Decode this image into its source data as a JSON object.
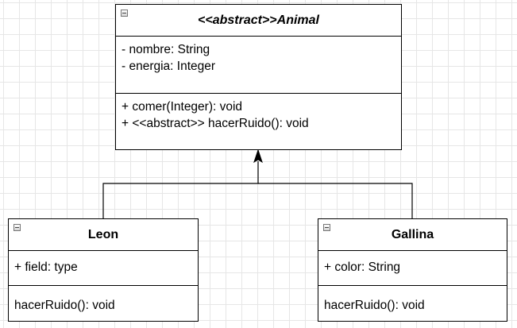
{
  "classes": {
    "animal": {
      "title": "<<abstract>>Animal",
      "attributes": [
        "- nombre: String",
        "- energia: Integer"
      ],
      "operations": [
        "+ comer(Integer): void",
        "+ <<abstract>> hacerRuido(): void"
      ]
    },
    "leon": {
      "title": "Leon",
      "attributes": [
        "+ field: type"
      ],
      "operations": [
        "hacerRuido(): void"
      ]
    },
    "gallina": {
      "title": "Gallina",
      "attributes": [
        "+ color: String"
      ],
      "operations": [
        "hacerRuido(): void"
      ]
    }
  },
  "colors": {
    "stroke": "#000000",
    "background": "#ffffff",
    "grid": "#e6e6e6"
  },
  "icons": {
    "collapse": "minus-square-icon"
  }
}
